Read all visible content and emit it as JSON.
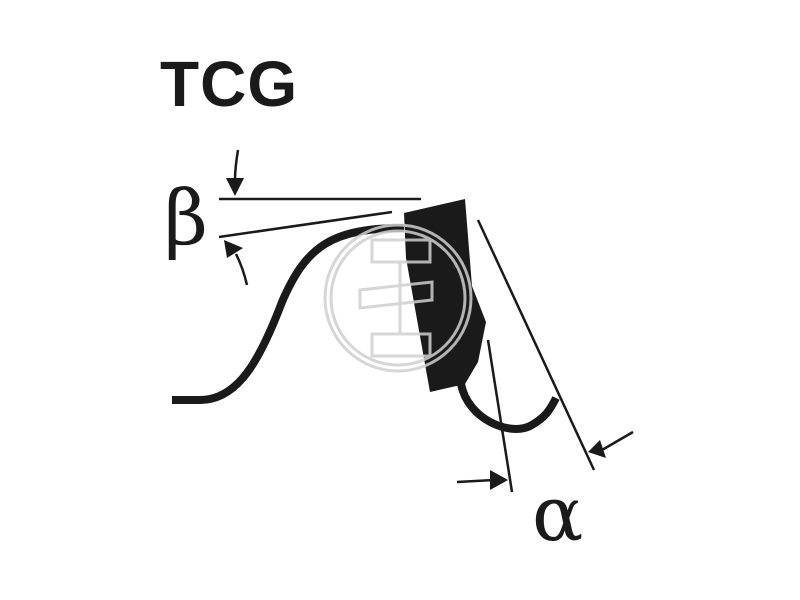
{
  "diagram": {
    "title": "TCG",
    "labels": {
      "beta": "β",
      "alpha": "α"
    },
    "colors": {
      "ink": "#1a1a1a",
      "watermark": "#cfcfcf",
      "background": "#ffffff"
    }
  }
}
